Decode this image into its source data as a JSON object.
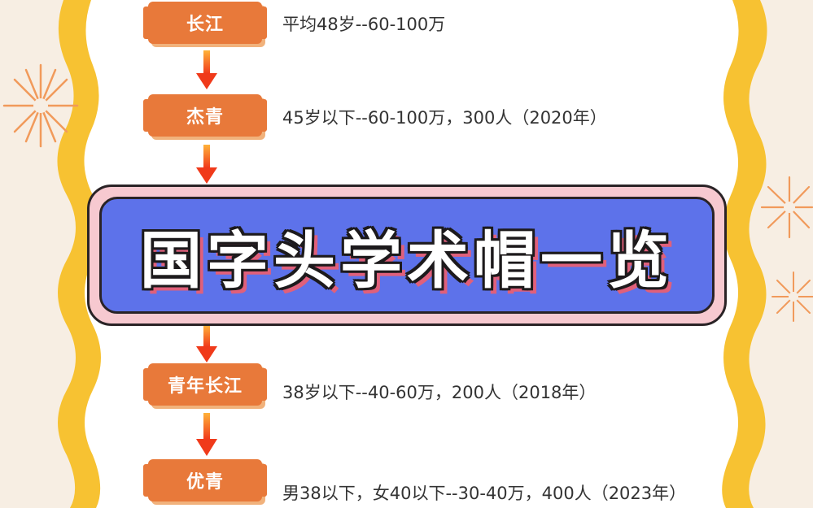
{
  "banner": {
    "title": "国字头学术帽一览"
  },
  "levels": [
    {
      "name": "长江",
      "desc": "平均48岁--60-100万"
    },
    {
      "name": "杰青",
      "desc": "45岁以下--60-100万，300人（2020年）"
    },
    {
      "name": "青年长江",
      "desc": "38岁以下--40-60万，200人（2018年）"
    },
    {
      "name": "优青",
      "desc": "男38以下，女40以下--30-40万，400人（2023年）"
    }
  ],
  "colors": {
    "node": "#e8793a",
    "arrow": "#f0441a",
    "banner_bg": "#5d72ea",
    "banner_frame": "#f7c9d0",
    "border_yellow": "#f7c232"
  }
}
